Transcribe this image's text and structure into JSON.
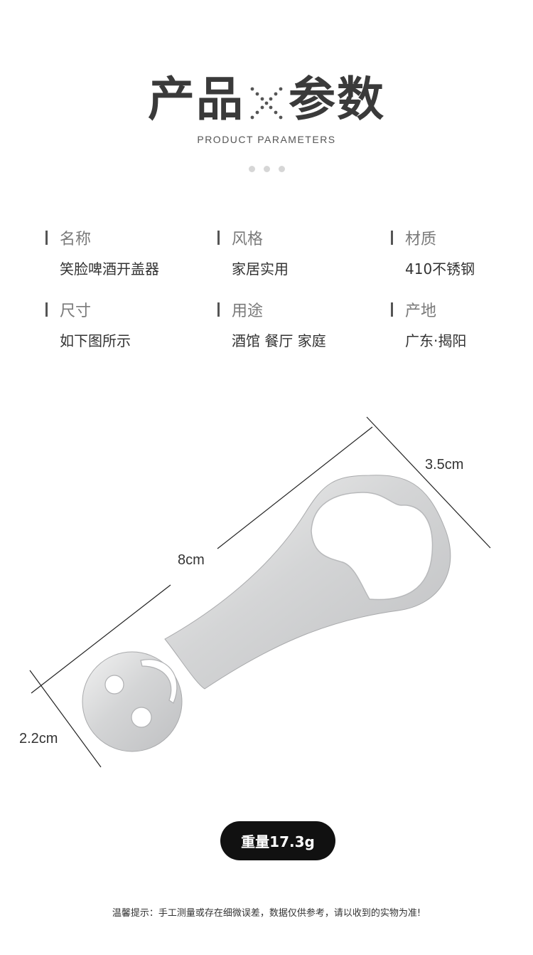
{
  "header": {
    "title_left": "产品",
    "title_right": "参数",
    "subtitle": "PRODUCT PARAMETERS",
    "dot_count": 3
  },
  "params": [
    {
      "label": "名称",
      "value": "笑脸啤酒开盖器"
    },
    {
      "label": "风格",
      "value": "家居实用"
    },
    {
      "label": "材质",
      "value": "410不锈钢"
    },
    {
      "label": "尺寸",
      "value": "如下图所示"
    },
    {
      "label": "用途",
      "value": "酒馆 餐厅 家庭"
    },
    {
      "label": "产地",
      "value": "广东·揭阳"
    }
  ],
  "dimensions": {
    "length": "8cm",
    "head_width": "3.5cm",
    "face_width": "2.2cm"
  },
  "weight": "重量17.3g",
  "note": "温馨提示：手工测量或存在细微误差，数据仅供参考，请以收到的实物为准!",
  "colors": {
    "title": "#3a3a3a",
    "dot": "#d6d6d6",
    "badge_bg": "#111111",
    "steel": "#d9dadb"
  }
}
